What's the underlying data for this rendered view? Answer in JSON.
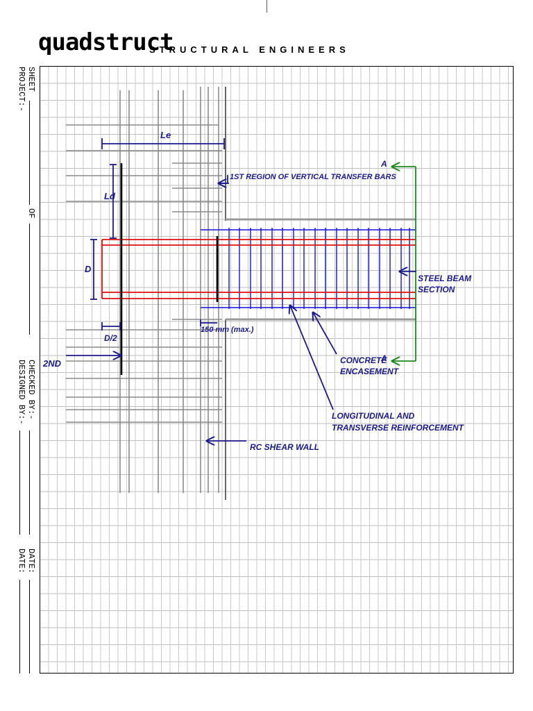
{
  "header": {
    "logo_text": "quadstruct",
    "tagline": "STRUCTURAL ENGINEERS"
  },
  "titleblock": {
    "project": "PROJECT:-",
    "sheet": "SHEET",
    "of": "OF",
    "designed_by": "DESIGNED BY:-",
    "checked_by": "CHECKED BY:-",
    "date1": "DATE:",
    "date2": "DATE:"
  },
  "labels": {
    "le": "Le",
    "ld": "Ld",
    "d": "D",
    "d2": "D/2",
    "second": "2ND",
    "first_region": "1ST REGION OF VERTICAL TRANSFER BARS",
    "section_a_top": "A",
    "section_a_bottom": "A",
    "steel_beam_1": "STEEL BEAM",
    "steel_beam_2": "SECTION",
    "dim_150": "150 mm (max.)",
    "concrete_1": "CONCRETE",
    "concrete_2": "ENCASEMENT",
    "longit_1": "LONGITUDINAL AND",
    "longit_2": "TRANSVERSE REINFORCEMENT",
    "rc_wall": "RC SHEAR WALL"
  },
  "colors": {
    "annotation": "#1a1a8c",
    "steel_beam": "#e01010",
    "reinforcement": "#1010e0",
    "section_marker": "#1a8a1a",
    "wall_bars": "#8a8a8a"
  }
}
